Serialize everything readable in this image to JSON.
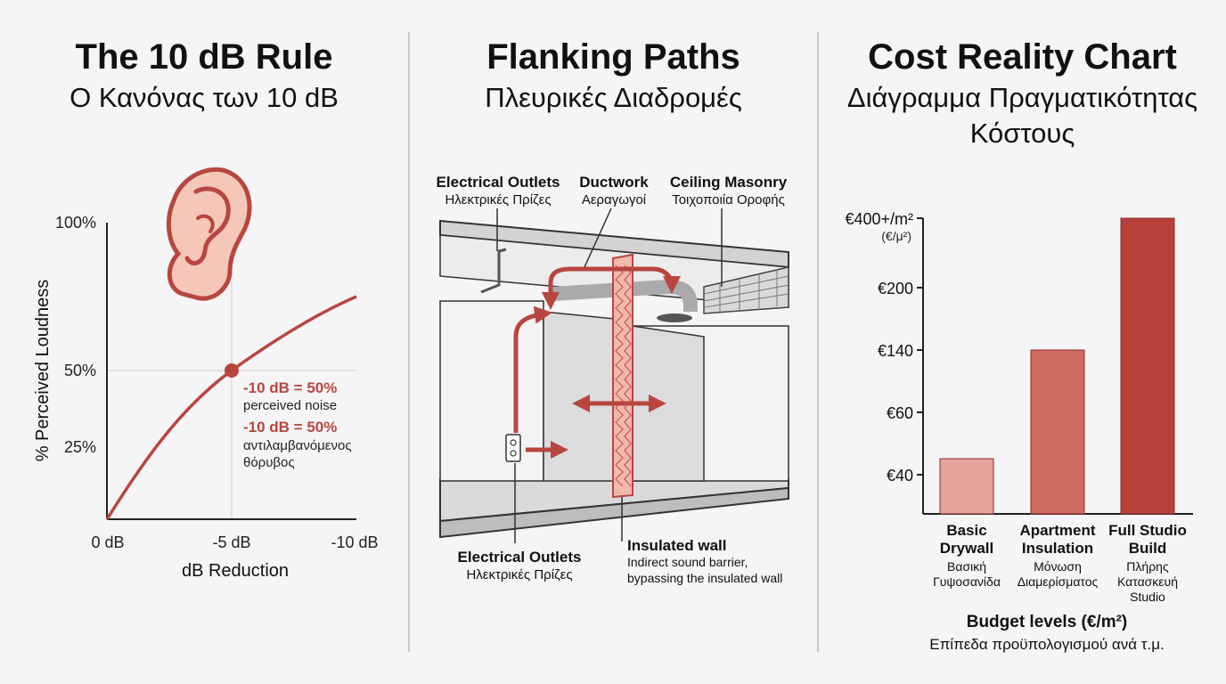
{
  "panel1": {
    "title": "The 10 dB Rule",
    "subtitle": "Ο Κανόνας των 10 dB",
    "ylabel": "% Perceived Loudness",
    "xlabel": "dB Reduction",
    "yticks": [
      "100%",
      "50%",
      "25%"
    ],
    "xticks": [
      "0 dB",
      "-5 dB",
      "-10 dB"
    ],
    "ann_en_value": "-10 dB = 50%",
    "ann_en_text": "perceived noise",
    "ann_gr_value": "-10 dB = 50%",
    "ann_gr_text1": "αντιλαμβανόμενος",
    "ann_gr_text2": "θόρυβος",
    "icon": "ear-icon",
    "accent": "#b8463f"
  },
  "panel2": {
    "title": "Flanking Paths",
    "subtitle": "Πλευρικές Διαδρομές",
    "labels": {
      "outlets_top_en": "Electrical Outlets",
      "outlets_top_gr": "Ηλεκτρικές Πρίζες",
      "ductwork_en": "Ductwork",
      "ductwork_gr": "Αεραγωγοί",
      "ceiling_en": "Ceiling Masonry",
      "ceiling_gr": "Τοιχοποιία Οροφής",
      "outlets_bottom_en": "Electrical Outlets",
      "outlets_bottom_gr": "Ηλεκτρικές Πρίζες",
      "wall_en": "Insulated wall",
      "wall_desc1": "Indirect sound barrier,",
      "wall_desc2": "bypassing the insulated wall"
    }
  },
  "panel3": {
    "title": "Cost Reality Chart",
    "subtitle1": "Διάγραμμα Πραγματικότητας",
    "subtitle2": "Κόστους",
    "unit_label": "(€/μ²)",
    "axis_title_en": "Budget levels (€/m²)",
    "axis_title_gr": "Επίπεδα προϋπολογισμού ανά τ.μ.",
    "colors": [
      "#e3a49c",
      "#d06b61",
      "#b8403a"
    ]
  },
  "chart_data": [
    {
      "type": "line",
      "title": "The 10 dB Rule",
      "xlabel": "dB Reduction",
      "ylabel": "% Perceived Loudness",
      "x_ticks": [
        "0 dB",
        "-5 dB",
        "-10 dB"
      ],
      "y_ticks": [
        "100%",
        "50%",
        "25%"
      ],
      "points": [
        {
          "x": -5,
          "y": 50
        }
      ],
      "annotation": "-10 dB = 50% perceived noise"
    },
    {
      "type": "bar",
      "title": "Cost Reality Chart",
      "xlabel": "Budget levels (€/m²)",
      "ylabel": "(€/μ²)",
      "y_ticks": [
        "€400+/m²",
        "€200",
        "€140",
        "€60",
        "€40"
      ],
      "categories": [
        {
          "en1": "Basic",
          "en2": "Drywall",
          "gr1": "Βασική",
          "gr2": "Γυψοσανίδα",
          "gr3": ""
        },
        {
          "en1": "Apartment",
          "en2": "Insulation",
          "gr1": "Μόνωση",
          "gr2": "Διαμερίσματος",
          "gr3": ""
        },
        {
          "en1": "Full Studio",
          "en2": "Build",
          "gr1": "Πλήρης",
          "gr2": "Κατασκευή",
          "gr3": "Studio"
        }
      ],
      "values": [
        40,
        140,
        400
      ]
    }
  ]
}
